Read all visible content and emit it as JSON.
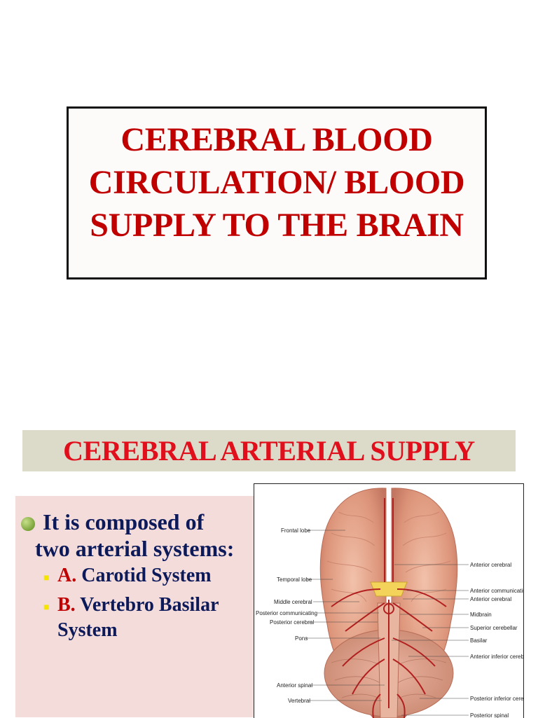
{
  "title": {
    "lines": [
      "CEREBRAL BLOOD",
      "CIRCULATION/ BLOOD",
      "SUPPLY TO THE BRAIN"
    ]
  },
  "banner": {
    "text": "CEREBRAL ARTERIAL SUPPLY"
  },
  "content": {
    "bullet": {
      "line1": "It is composed of",
      "line2": "two arterial systems:"
    },
    "sub_items": [
      {
        "letter": "A.",
        "text": " Carotid System"
      },
      {
        "letter": "B.",
        "text": " Vertebro Basilar",
        "text2": "System"
      }
    ]
  },
  "figure": {
    "left_labels": [
      "Frontal lobe",
      "Temporal lobe",
      "Middle cerebral",
      "Posterior communicating",
      "Posterior cerebral",
      "Pons",
      "Anterior spinal",
      "Vertebral"
    ],
    "right_labels": [
      "Anterior cerebral",
      "Anterior communicating",
      "Anterior cerebral",
      "Midbrain",
      "Superior cerebellar",
      "Basilar",
      "Anterior inferior cerebellar",
      "Posterior inferior cerebellar",
      "Posterior spinal"
    ]
  },
  "colors": {
    "title_red": "#c00000",
    "banner_red": "#e10f1c",
    "navy": "#0d1a5a",
    "banner_bg": "#dcdac9",
    "panel_bg": "#f4dcdb"
  }
}
